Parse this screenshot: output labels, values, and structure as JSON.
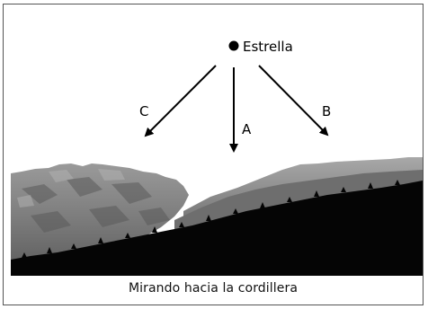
{
  "diagram": {
    "star_label": "Estrella",
    "arrows": [
      {
        "label": "C"
      },
      {
        "label": "A"
      },
      {
        "label": "B"
      }
    ],
    "caption": "Mirando hacia la cordillera"
  },
  "colors": {
    "arrow": "#000000",
    "mountain_far": "#8a8a8a",
    "mountain_mid": "#6e6e6e",
    "forest": "#050505",
    "border": "#555555"
  }
}
